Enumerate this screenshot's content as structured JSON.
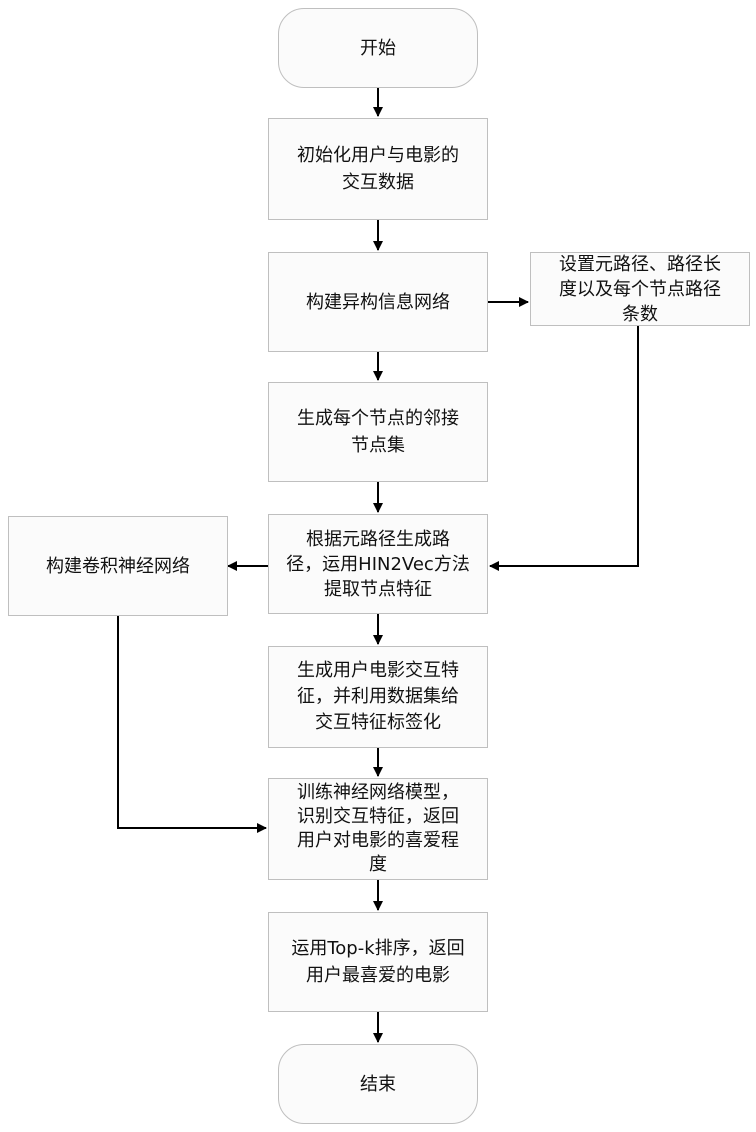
{
  "diagram": {
    "nodes": {
      "start": "开始",
      "init": "初始化用户与电影的\n交互数据",
      "build_hin": "构建异构信息网络",
      "set_meta": "设置元路径、路径长\n度以及每个节点路径\n条数",
      "neighbors": "生成每个节点的邻接\n节点集",
      "gen_path": "根据元路径生成路\n径，运用HIN2Vec方法\n提取节点特征",
      "build_cnn": "构建卷积神经网络",
      "gen_feat": "生成用户电影交互特\n征，并利用数据集给\n交互特征标签化",
      "train": "训练神经网络模型，\n识别交互特征，返回\n用户对电影的喜爱程\n度",
      "topk": "运用Top-k排序，返回\n用户最喜爱的电影",
      "end": "结束"
    },
    "edges": [
      {
        "from": "start",
        "to": "init"
      },
      {
        "from": "init",
        "to": "build_hin"
      },
      {
        "from": "build_hin",
        "to": "set_meta"
      },
      {
        "from": "build_hin",
        "to": "neighbors"
      },
      {
        "from": "neighbors",
        "to": "gen_path"
      },
      {
        "from": "set_meta",
        "to": "gen_path"
      },
      {
        "from": "gen_path",
        "to": "build_cnn"
      },
      {
        "from": "gen_path",
        "to": "gen_feat"
      },
      {
        "from": "gen_feat",
        "to": "train"
      },
      {
        "from": "build_cnn",
        "to": "train"
      },
      {
        "from": "train",
        "to": "topk"
      },
      {
        "from": "topk",
        "to": "end"
      }
    ]
  }
}
